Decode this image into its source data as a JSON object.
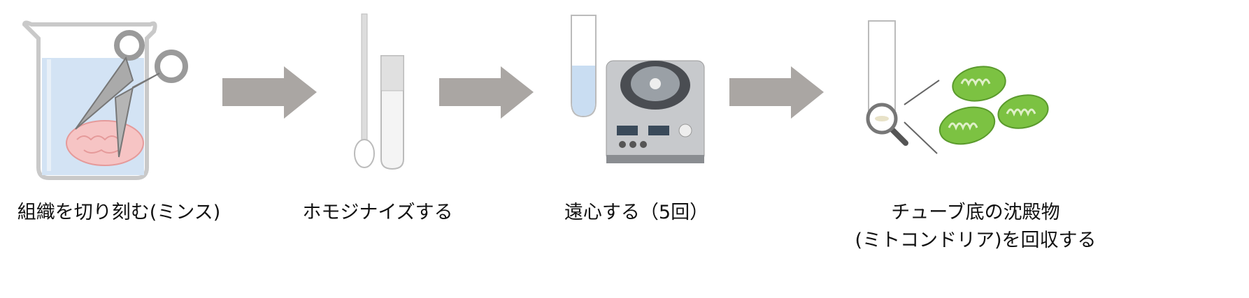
{
  "steps": [
    {
      "label": "組織を切り刻む(ミンス)",
      "icons": [
        "beaker-icon",
        "scissors-icon",
        "brain-icon"
      ]
    },
    {
      "label": "ホモジナイズする",
      "icons": [
        "pestle-icon",
        "tube-icon"
      ]
    },
    {
      "label": "遠心する（5回）",
      "icons": [
        "test-tube-icon",
        "centrifuge-icon"
      ]
    },
    {
      "label_line1": "チューブ底の沈殿物",
      "label_line2": "(ミトコンドリア)を回収する",
      "icons": [
        "tube-icon",
        "magnifier-icon",
        "mitochondria-icon"
      ]
    }
  ],
  "colors": {
    "arrow": "#aaa6a3",
    "mitochondria": "#7cc242",
    "liquid": "#c9ddf2"
  }
}
